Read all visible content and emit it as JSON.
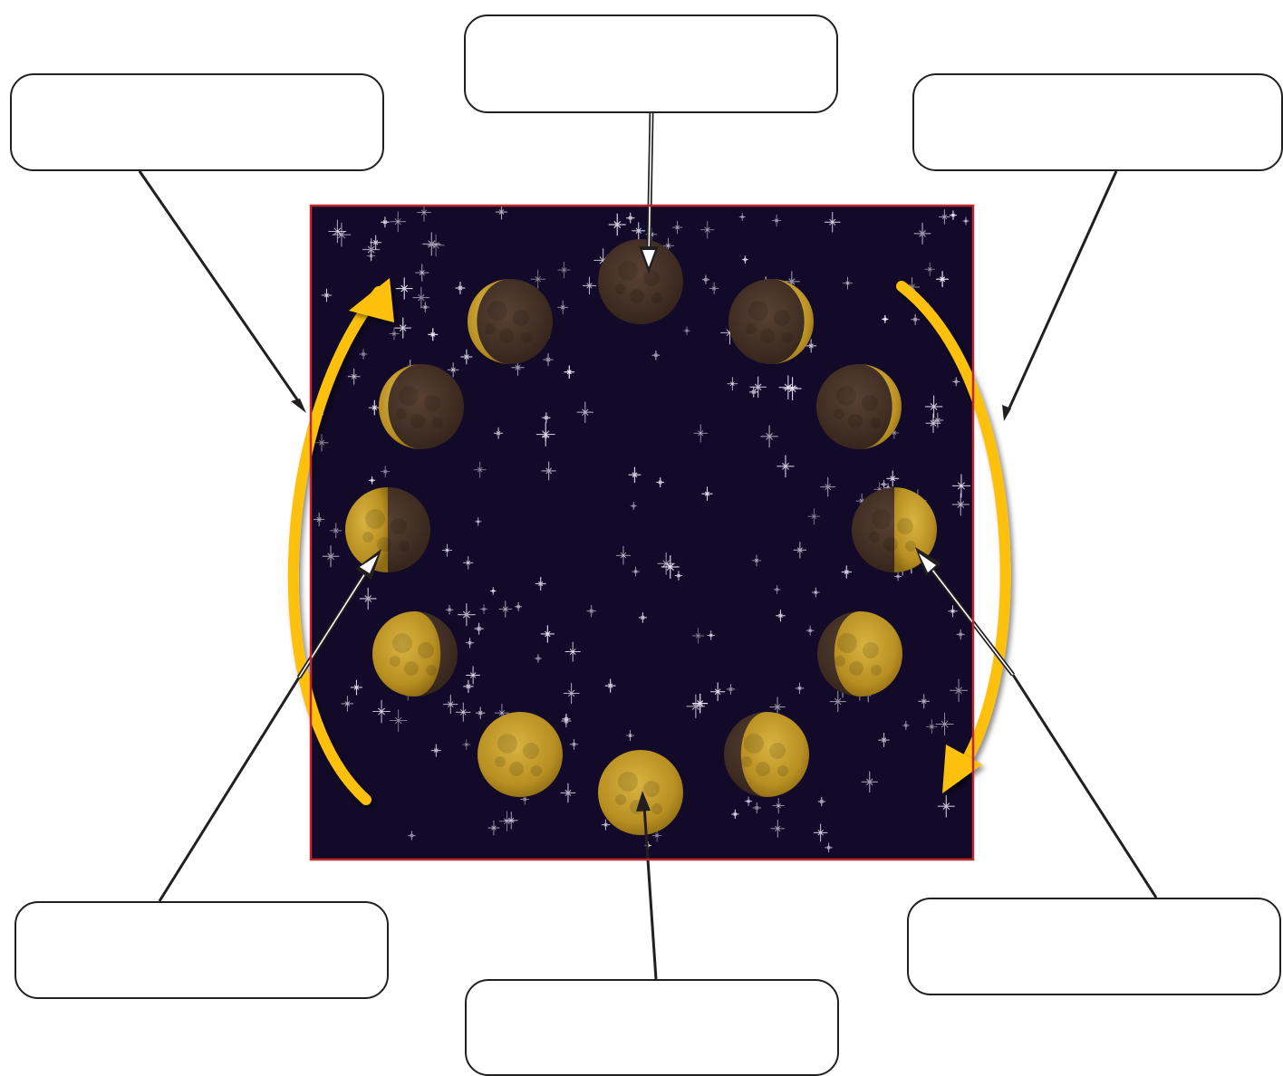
{
  "diagram": {
    "labels": {
      "top": "",
      "top_left": "",
      "top_right": "",
      "bottom_left": "",
      "bottom": "",
      "bottom_right": ""
    },
    "colors": {
      "sky": "#120a28",
      "frame": "#c0272d",
      "arrow_yellow": "#fdc10f",
      "moon_lit": "#c09a2a",
      "moon_dark": "#4a3428",
      "line": "#231f20"
    },
    "moon_phases": [
      {
        "name": "new-moon",
        "lit": "none"
      },
      {
        "name": "waxing-crescent",
        "lit": "right-crescent"
      },
      {
        "name": "waxing-crescent-2",
        "lit": "right-crescent"
      },
      {
        "name": "first-quarter",
        "lit": "right-half"
      },
      {
        "name": "waxing-gibbous",
        "lit": "right-gibbous"
      },
      {
        "name": "waxing-gibbous-2",
        "lit": "right-gibbous"
      },
      {
        "name": "full-moon",
        "lit": "full"
      },
      {
        "name": "full-moon-2",
        "lit": "full"
      },
      {
        "name": "waning-gibbous",
        "lit": "left-gibbous"
      },
      {
        "name": "third-quarter",
        "lit": "left-half"
      },
      {
        "name": "waning-crescent",
        "lit": "left-crescent"
      },
      {
        "name": "waning-crescent-2",
        "lit": "left-crescent"
      }
    ]
  }
}
